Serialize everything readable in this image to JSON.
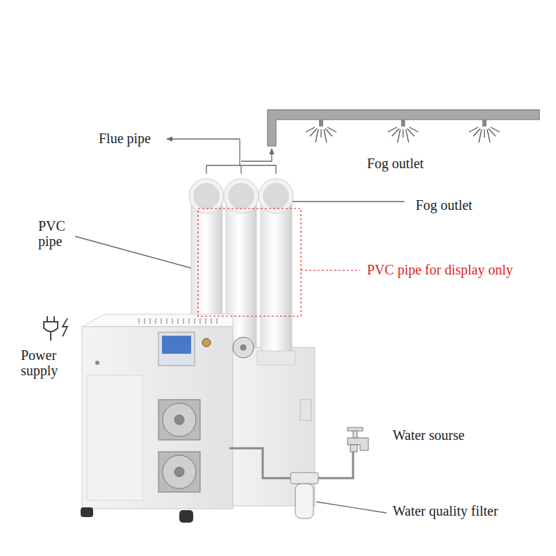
{
  "diagram": {
    "labels": [
      "Flue pipe",
      "Fog outlet",
      "Fog outlet",
      "PVC pipe",
      "PVC pipe for display only",
      "Power supply",
      "Water sourse",
      "Water quality filter"
    ]
  }
}
